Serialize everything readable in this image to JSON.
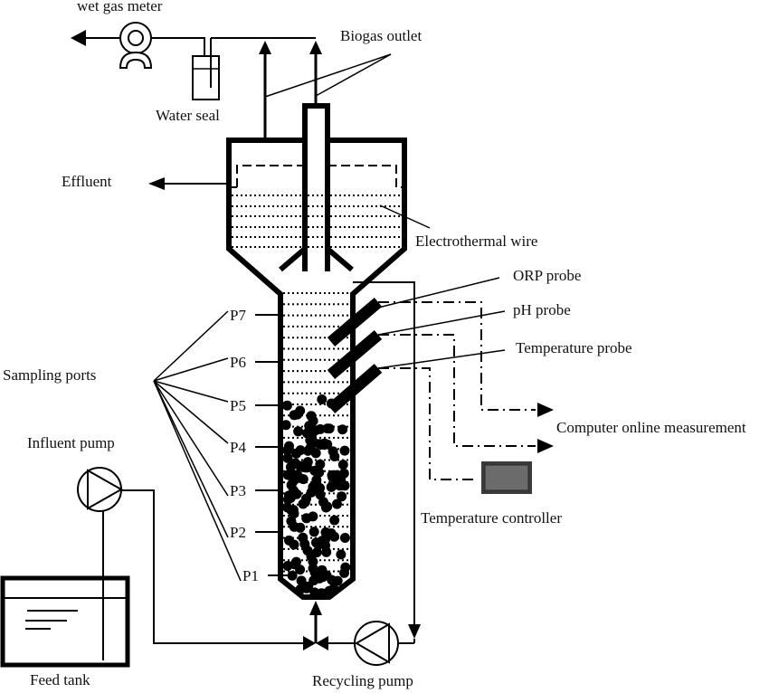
{
  "title": "Reactor experimental setup schematic",
  "labels": {
    "wet_gas_meter": "wet gas meter",
    "water_seal": "Water seal",
    "biogas_outlet": "Biogas outlet",
    "effluent": "Effluent",
    "electrothermal_wire": "Electrothermal wire",
    "orp_probe": "ORP probe",
    "ph_probe": "pH probe",
    "temperature_probe": "Temperature probe",
    "sampling_ports": "Sampling ports",
    "computer_online_measurement": "Computer online measurement",
    "influent_pump": "Influent pump",
    "temperature_controller": "Temperature controller",
    "feed_tank": "Feed tank",
    "recycling_pump": "Recycling pump"
  },
  "ports": [
    "P7",
    "P6",
    "P5",
    "P4",
    "P3",
    "P2",
    "P1"
  ],
  "colors": {
    "line": "#000000",
    "controller_fill": "#6b6b6b",
    "background": "#ffffff"
  }
}
